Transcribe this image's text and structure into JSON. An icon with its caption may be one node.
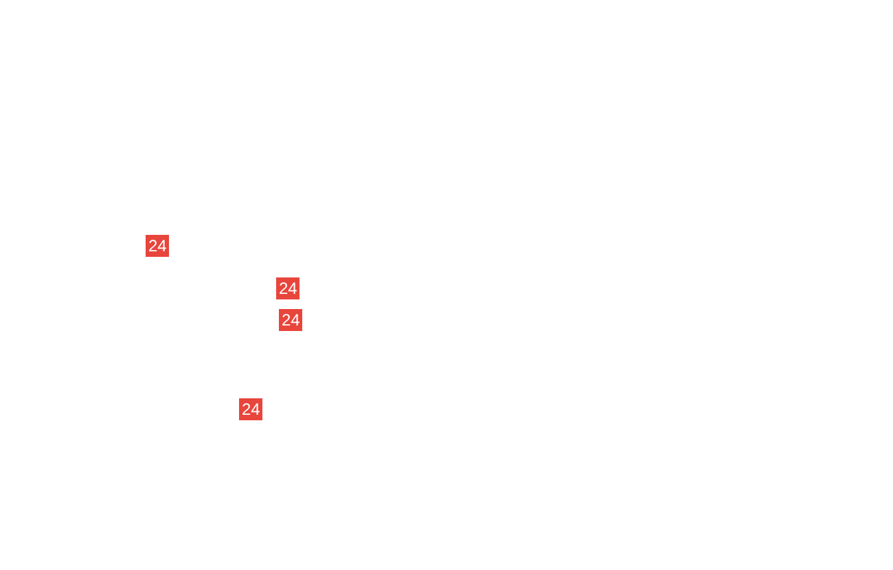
{
  "diagram": {
    "nodes": [
      {
        "text": [
          "24"
        ]
      },
      {
        "text": [
          "24"
        ]
      },
      {
        "text": [
          "24"
        ]
      },
      {
        "text": [
          "24"
        ]
      }
    ]
  }
}
